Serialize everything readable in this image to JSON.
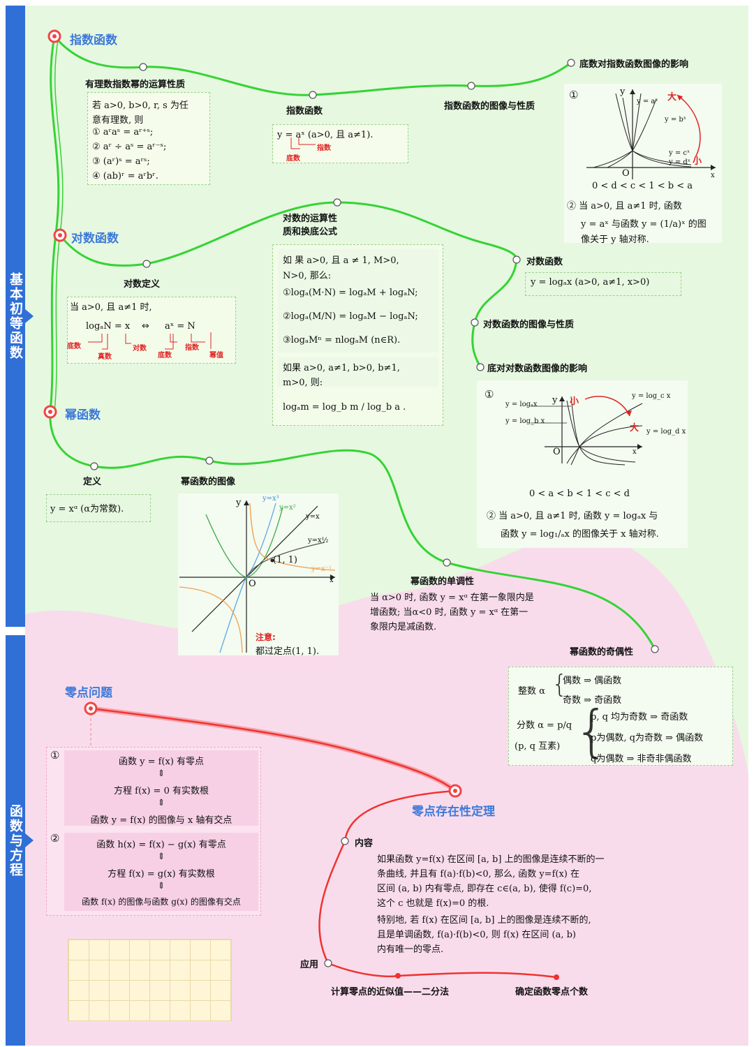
{
  "sidebar": {
    "top_label": "基本初等函数",
    "bottom_label": "函数与方程"
  },
  "colors": {
    "top_background": "#e6f8e0",
    "bottom_background": "#f9dcec",
    "sidebar": "#2f6fd6",
    "heading": "#3d79d8",
    "green_line": "#35d335",
    "red_line": "#f0332f",
    "accent_red": "#e02424"
  },
  "exp": {
    "title": "指数函数",
    "props_label": "有理数指数幂的运算性质",
    "props": [
      "若 a>0, b>0, r, s 为任",
      "意有理数, 则",
      "① aʳaˢ = aʳ⁺ˢ;",
      "② aʳ ÷ aˢ = aʳ⁻ˢ;",
      "③ (aʳ)ˢ = aʳˢ;",
      "④ (ab)ʳ = aʳbʳ."
    ],
    "def_label": "指数函数",
    "def_formula": "y = aˣ (a>0, 且 a≠1).",
    "def_exponent_note": "指数",
    "def_base_note": "底数",
    "graph_label": "指数函数的图像与性质",
    "base_effect_label": "底数对指数函数图像的影响",
    "fig_num": "①",
    "fig_y": "y",
    "fig_x": "x",
    "fig_o": "O",
    "fig_big": "大",
    "fig_small": "小",
    "fig_curves": [
      "y = aˣ",
      "y = bˣ",
      "y = cˣ",
      "y = dˣ"
    ],
    "fig_caption": "0 < d < c < 1 < b < a",
    "note2_lines": [
      "② 当 a>0, 且 a≠1 时, 函数",
      "y = aˣ 与函数 y = (1/a)ˣ 的图",
      "像关于 y 轴对称."
    ]
  },
  "log": {
    "title": "对数函数",
    "ops_label_1": "对数的运算性",
    "ops_label_2": "质和换底公式",
    "ops_lines": [
      "如 果 a>0, 且 a ≠ 1, M>0,",
      "N>0, 那么:",
      "①logₐ(M·N) = logₐM + logₐN;",
      "②logₐ(M/N) = logₐM − logₐN;",
      "③logₐMⁿ = nlogₐM (n∈R)."
    ],
    "change_lines": [
      "如果 a>0, a≠1, b>0, b≠1,",
      "m>0, 则:",
      "logₐm = log_b m / log_b a ."
    ],
    "def_label": "对数定义",
    "def_cond": "当 a>0, 且 a≠1 时,",
    "def_formula_left": "logₐN = x",
    "def_equiv": "⇔",
    "def_formula_right": "aˣ = N",
    "def_notes": [
      "底数",
      "真数",
      "对数",
      "底数",
      "指数",
      "幂值"
    ],
    "func_label": "对数函数",
    "func_formula": "y = logₐx (a>0, a≠1, x>0)",
    "graph_label": "对数函数的图像与性质",
    "base_effect_label": "底对对数函数图像的影响",
    "fig_num": "①",
    "fig_curves": [
      "y = logₐx",
      "y = log_b x",
      "y = log_c x",
      "y = log_d x"
    ],
    "fig_y": "y",
    "fig_x": "x",
    "fig_o": "O",
    "fig_small": "小",
    "fig_big": "大",
    "fig_caption": "0 < a < b < 1 < c < d",
    "note2_lines": [
      "② 当 a>0, 且 a≠1 时, 函数 y = logₐx 与",
      "函数 y = log₁/ₐx 的图像关于 x 轴对称."
    ]
  },
  "power": {
    "title": "幂函数",
    "def_label": "定义",
    "def_formula": "y = xᵅ (α为常数).",
    "graph_label": "幂函数的图像",
    "fig_curves": [
      "y=x³",
      "y=x²",
      "y=x",
      "y=x½",
      "y=x⁻¹"
    ],
    "fig_y": "y",
    "fig_x": "x",
    "fig_o": "O",
    "fig_point": "(1, 1)",
    "fig_note_title": "注意:",
    "fig_note": "都过定点(1, 1).",
    "mono_label": "幂函数的单调性",
    "mono_lines": [
      "当 α>0 时, 函数 y = xᵅ 在第一象限内是",
      "增函数; 当α<0 时, 函数 y = xᵅ 在第一",
      "象限内是减函数."
    ],
    "parity_label": "幂函数的奇偶性",
    "parity_int": "整数 α",
    "parity_int_rows": [
      "偶数 ⇒ 偶函数",
      "奇数 ⇒ 奇函数"
    ],
    "parity_frac_1": "分数 α = p/q",
    "parity_frac_2": "(p, q 互素)",
    "parity_frac_rows": [
      "p, q 均为奇数 ⇒ 奇函数",
      "p为偶数, q为奇数 ⇒ 偶函数",
      "q为偶数 ⇒ 非奇非偶函数"
    ]
  },
  "zero": {
    "title": "零点问题",
    "p1_num": "①",
    "p1_lines": [
      "函数 y = f(x) 有零点",
      "⇕",
      "方程 f(x) = 0 有实数根",
      "⇕",
      "函数 y = f(x) 的图像与 x 轴有交点"
    ],
    "p2_num": "②",
    "p2_lines": [
      "函数 h(x) = f(x) − g(x) 有零点",
      "⇕",
      "方程 f(x) = g(x) 有实数根",
      "⇕",
      "函数 f(x) 的图像与函数 g(x) 的图像有交点"
    ],
    "theorem_title": "零点存在性定理",
    "content_label": "内容",
    "content_lines": [
      "如果函数 y=f(x) 在区间 [a, b] 上的图像是连续不断的一",
      "条曲线, 并且有 f(a)·f(b)<0, 那么, 函数 y=f(x) 在",
      "区间 (a, b) 内有零点, 即存在 c∈(a, b), 使得 f(c)=0,",
      "这个 c 也就是 f(x)=0 的根.",
      "特别地, 若 f(x) 在区间 [a, b] 上的图像是连续不断的,",
      "且是单调函数, f(a)·f(b)<0, 则 f(x) 在区间 (a, b)",
      "内有唯一的零点."
    ],
    "apply_label": "应用",
    "apply_items": [
      "计算零点的近似值——二分法",
      "确定函数零点个数"
    ]
  }
}
